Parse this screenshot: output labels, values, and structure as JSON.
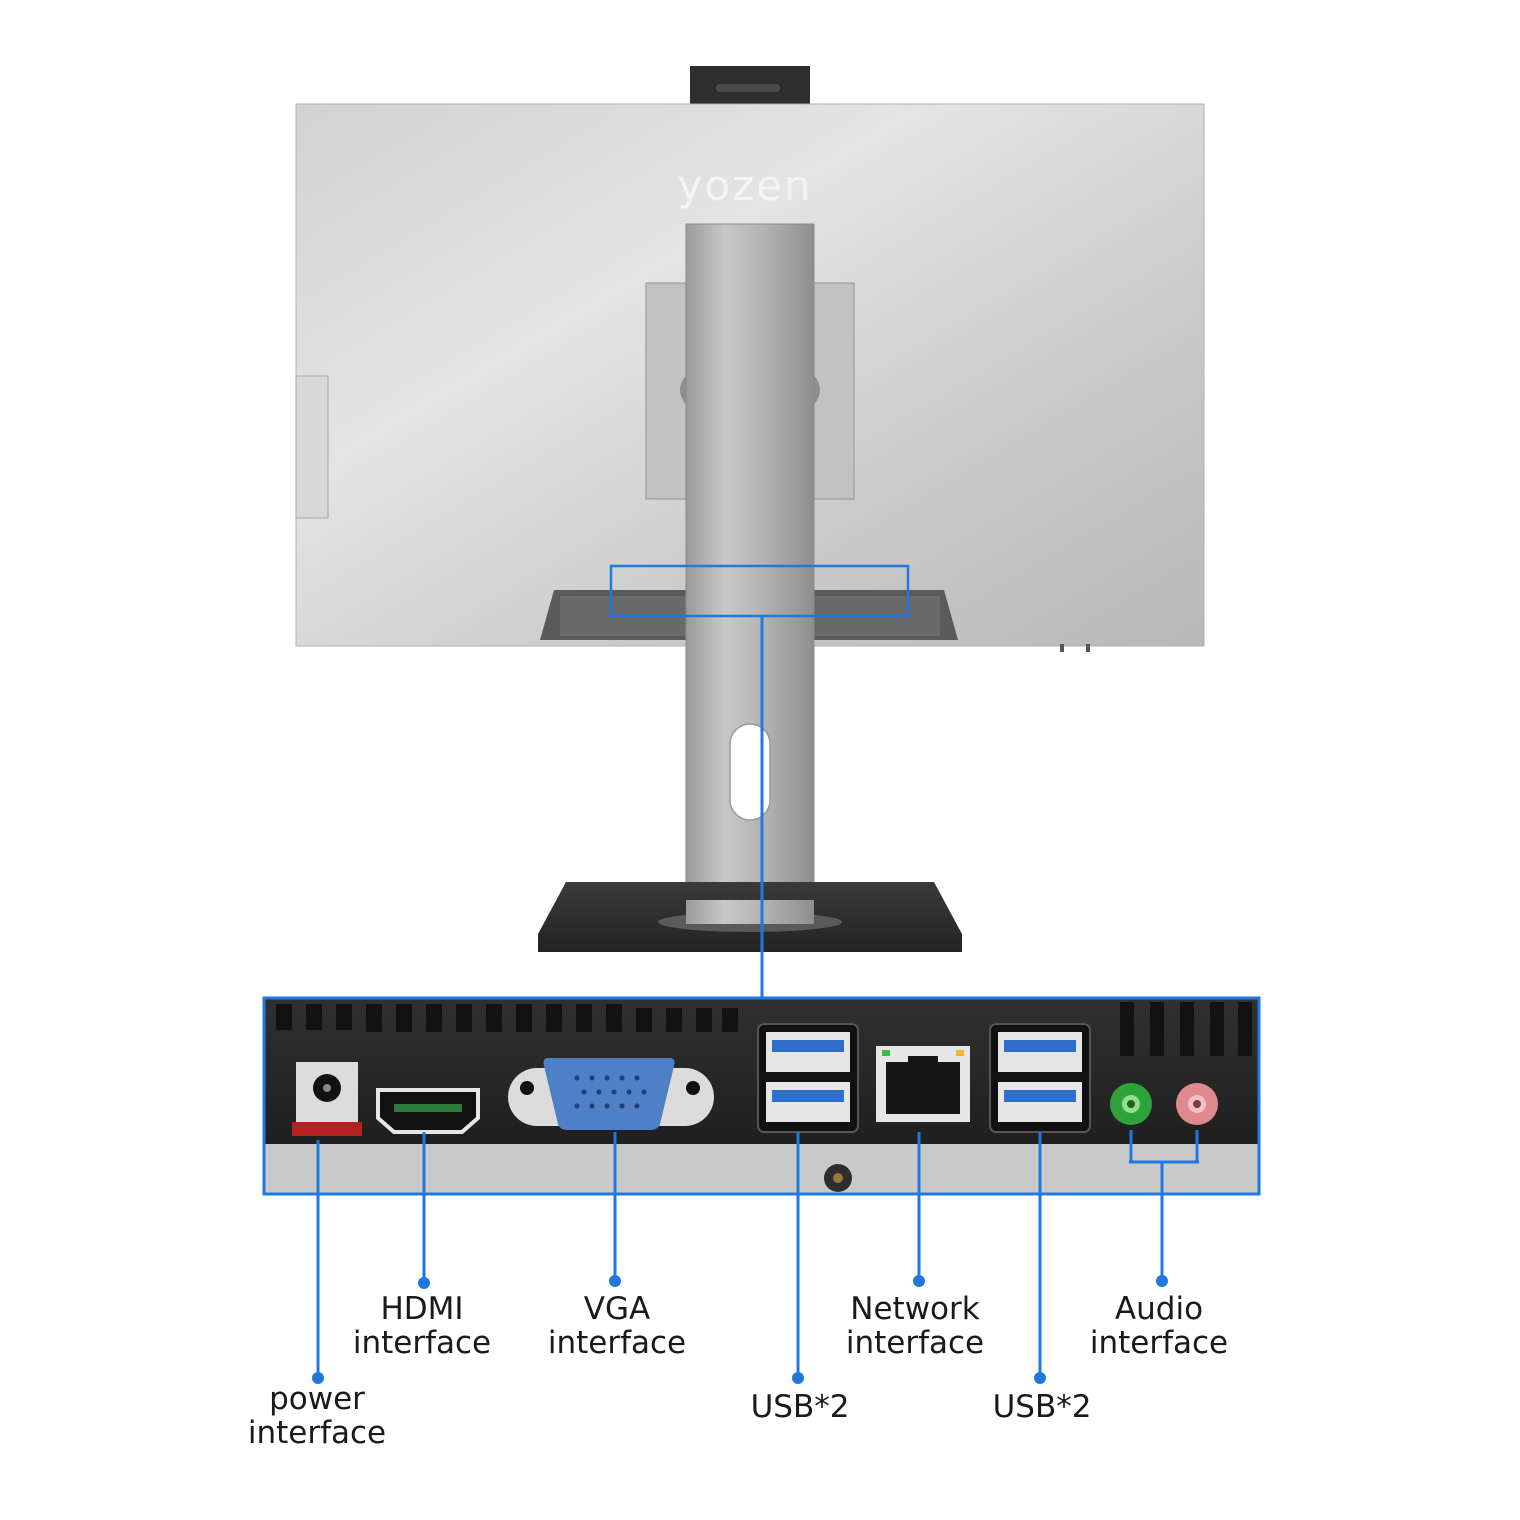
{
  "brand": {
    "logo_text": "yozen"
  },
  "colors": {
    "callout_blue": "#1f7ae0",
    "monitor_back": "#c4c4c4",
    "panel_dark": "#2a2a2a",
    "panel_strip": "#c9c9c9",
    "usb_blue": "#2f6fc9",
    "vga_blue": "#4f7fc6",
    "audio_green": "#2fa23b",
    "audio_pink": "#e08a8f"
  },
  "callouts": [
    {
      "id": "power",
      "icon": "power-jack-icon",
      "line1": "power",
      "line2": "interface"
    },
    {
      "id": "hdmi",
      "icon": "hdmi-port-icon",
      "line1": "HDMI",
      "line2": "interface"
    },
    {
      "id": "vga",
      "icon": "vga-port-icon",
      "line1": "VGA",
      "line2": "interface"
    },
    {
      "id": "usb-left",
      "icon": "usb-port-icon",
      "line1": "USB*2",
      "line2": ""
    },
    {
      "id": "network",
      "icon": "ethernet-port-icon",
      "line1": "Network",
      "line2": "interface"
    },
    {
      "id": "usb-right",
      "icon": "usb-port-icon",
      "line1": "USB*2",
      "line2": ""
    },
    {
      "id": "audio",
      "icon": "audio-jack-icon",
      "line1": "Audio",
      "line2": "interface"
    }
  ]
}
